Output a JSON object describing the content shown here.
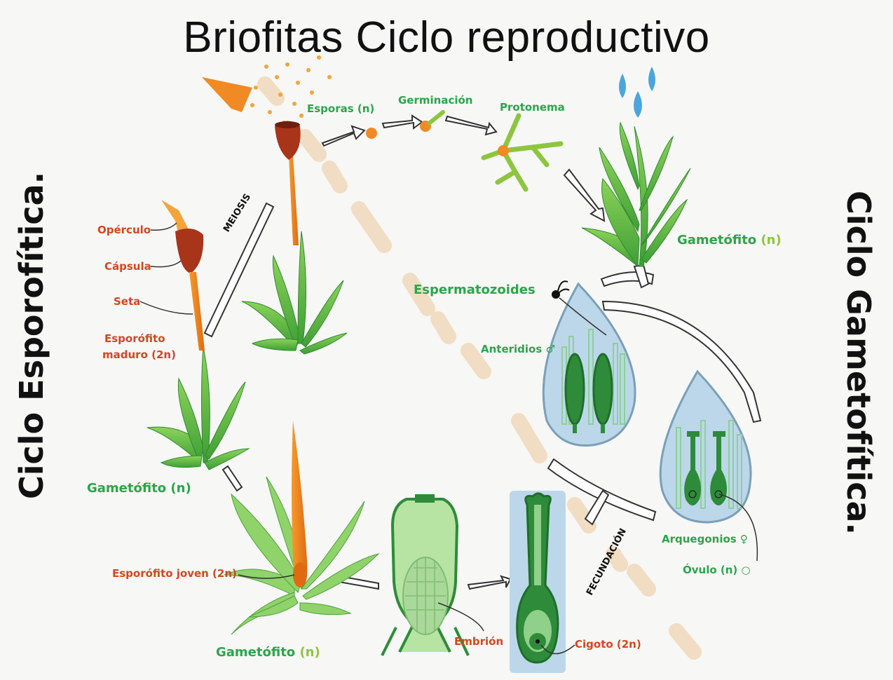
{
  "title": "Briofitas Ciclo reproductivo",
  "side_titles": {
    "left": "Ciclo Esporofítica.",
    "right": "Ciclo Gametofítica."
  },
  "stages": {
    "esporas": "Esporas (n)",
    "germinacion": "Germinación",
    "protonema": "Protonema",
    "gametofito_top_label": "Gametófito",
    "gametofito_top_suffix": "(n)",
    "espermatozoides": "Espermatozoides",
    "anteridios": "Anteridios ♂",
    "arquegonios": "Arquegonios ♀",
    "ovulo": "Óvulo (n) ○",
    "cigoto": "Cigoto (2n)",
    "embrion": "Embrión",
    "gametofito_bottom_label": "Gametófito",
    "gametofito_bottom_suffix": "(n)",
    "esporofito_joven": "Esporófito joven (2n)",
    "gametofito_left": "Gametófito (n)",
    "operculo": "Opérculo",
    "capsula": "Cápsula",
    "seta": "Seta",
    "esporofito_maduro_1": "Esporófito",
    "esporofito_maduro_2": "maduro (2n)",
    "meiosis": "MEIOSIS",
    "fecundacion": "FECUNDACIÓN"
  },
  "colors": {
    "green_label": "#2aa64a",
    "orange_label": "#d4471d",
    "leaf_green": "#6cc04a",
    "water_blue": "#bcd7ea",
    "sporophyte_orange": "#f08a24",
    "capsule_red": "#a8341a"
  }
}
